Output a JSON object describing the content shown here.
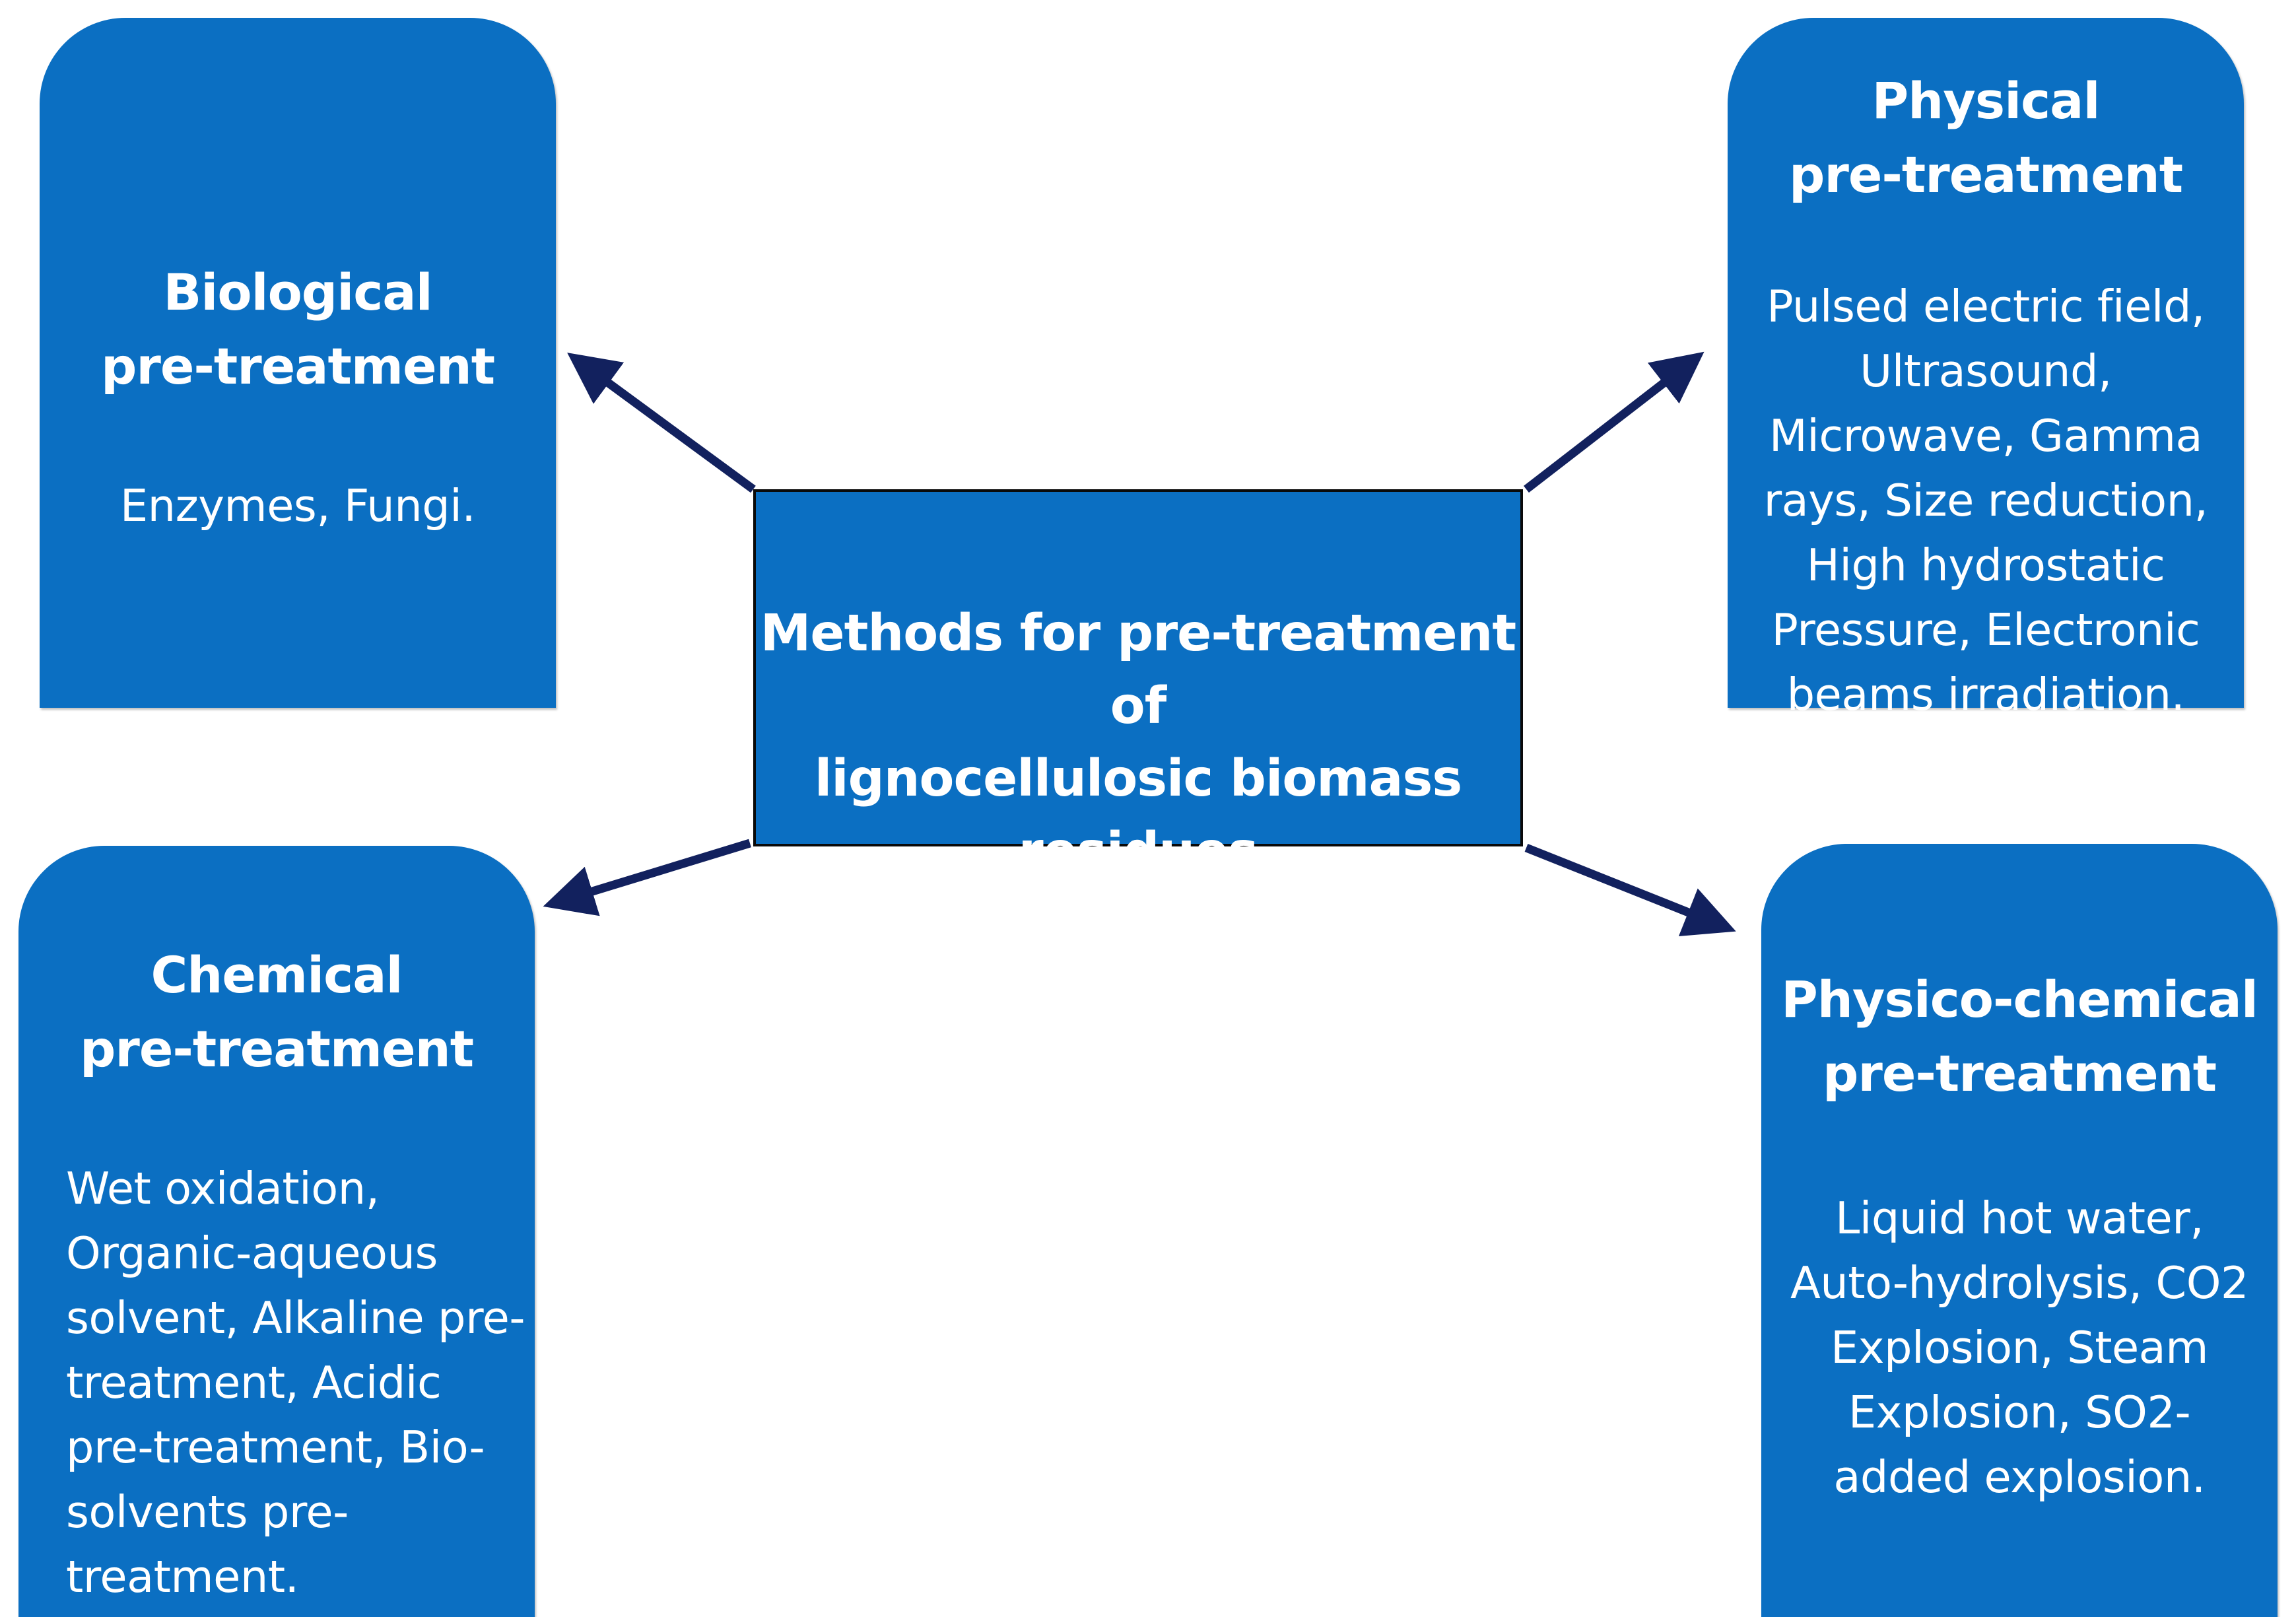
{
  "center": {
    "lines": [
      "Methods for pre-treatment of",
      "lignocellulosic biomass residues"
    ]
  },
  "biological": {
    "title_lines": [
      "Biological",
      "pre-treatment"
    ],
    "body_lines": [
      "Enzymes, Fungi."
    ]
  },
  "physical": {
    "title_lines": [
      "Physical",
      "pre-treatment"
    ],
    "body_lines": [
      "Pulsed electric field,",
      "Ultrasound,",
      "Microwave, Gamma",
      "rays, Size reduction,",
      "High hydrostatic",
      "Pressure, Electronic",
      "beams irradiation."
    ]
  },
  "chemical": {
    "title_lines": [
      "Chemical",
      "pre-treatment"
    ],
    "body_lines": [
      "Wet oxidation,",
      "Organic-aqueous",
      "solvent, Alkaline pre-",
      "treatment, Acidic",
      "pre-treatment, Bio-",
      "solvents pre-",
      "treatment."
    ]
  },
  "physico_chemical": {
    "title_lines": [
      "Physico-chemical",
      "pre-treatment"
    ],
    "body_lines": [
      "Liquid hot water,",
      "Auto-hydrolysis, CO2",
      "Explosion, Steam",
      "Explosion, SO2-",
      "added explosion."
    ]
  },
  "colors": {
    "box_fill": "#0b6fc2",
    "text": "#ffffff",
    "arrow": "#12215e",
    "center_border": "#0a0a0a"
  }
}
